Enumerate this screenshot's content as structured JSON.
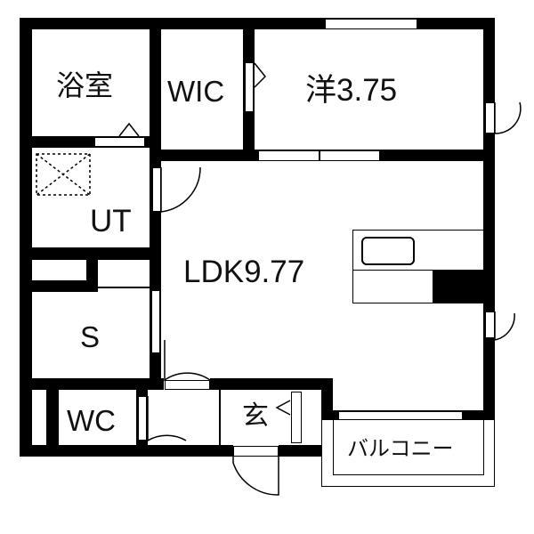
{
  "floorplan": {
    "rooms": {
      "bath": "浴室",
      "wic": "WIC",
      "western": "洋3.75",
      "ut": "UT",
      "ldk": "LDK9.77",
      "storage": "S",
      "wc": "WC",
      "entrance": "玄",
      "balcony": "バルコニー"
    },
    "colors": {
      "wall": "#000000",
      "background": "#ffffff",
      "text": "#111111"
    }
  }
}
